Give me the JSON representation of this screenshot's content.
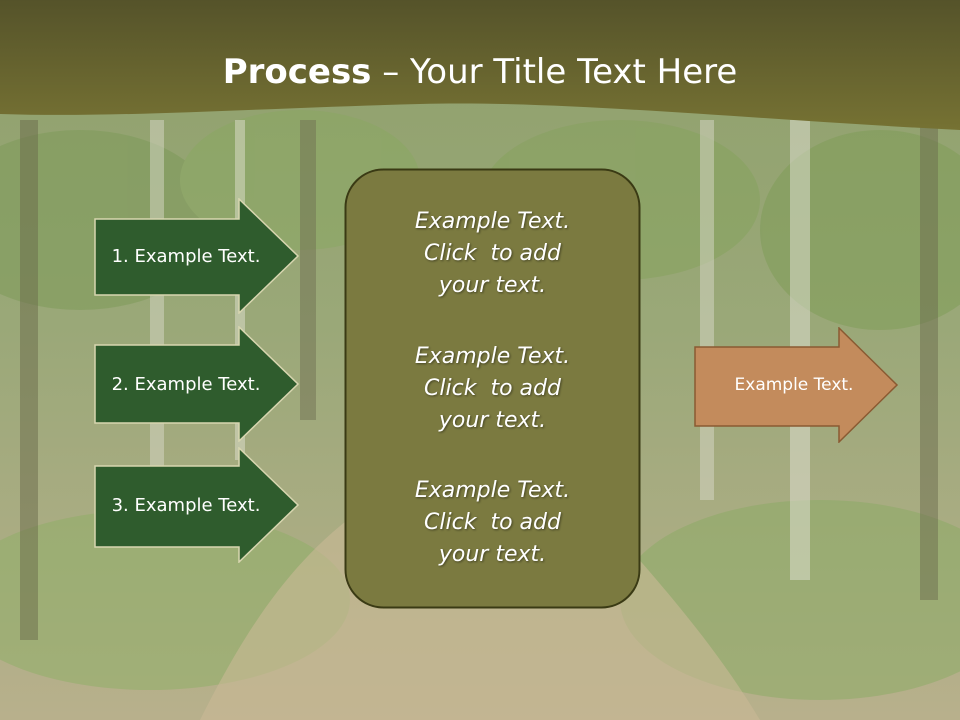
{
  "colors": {
    "header_band": "#6c6a2e",
    "left_arrow_fill": "#2f5c2d",
    "left_arrow_border": "#d8d6b0",
    "center_box_fill": "#7b7a40",
    "center_box_border": "#3a3a14",
    "right_arrow_fill": "#c38b5c",
    "right_arrow_border": "#8a5a32",
    "text": "#ffffff"
  },
  "title": {
    "bold": "Process",
    "rest": " – Your Title Text Here"
  },
  "left_steps": [
    {
      "label": "1. Example Text."
    },
    {
      "label": "2. Example Text."
    },
    {
      "label": "3. Example Text."
    }
  ],
  "center_box": {
    "paragraphs": [
      {
        "line1": "Example Text.",
        "line2": "Click  to add",
        "line3": "your text."
      },
      {
        "line1": "Example Text.",
        "line2": "Click  to add",
        "line3": "your text."
      },
      {
        "line1": "Example Text.",
        "line2": "Click  to add",
        "line3": "your text."
      }
    ]
  },
  "output_arrow": {
    "label": "Example Text."
  }
}
